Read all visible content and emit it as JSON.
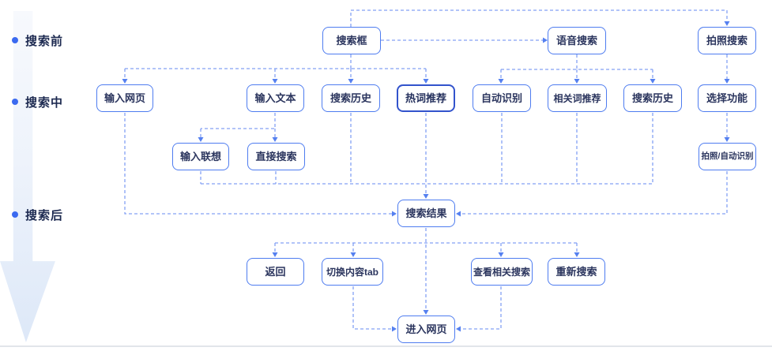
{
  "phases": [
    {
      "id": "before",
      "label": "搜索前"
    },
    {
      "id": "during",
      "label": "搜索中"
    },
    {
      "id": "after",
      "label": "搜索后"
    }
  ],
  "nodes": {
    "search_box": {
      "label": "搜索框"
    },
    "voice_search": {
      "label": "语音搜索"
    },
    "photo_search": {
      "label": "拍照搜索"
    },
    "input_webpage": {
      "label": "输入网页"
    },
    "input_text": {
      "label": "输入文本"
    },
    "search_history_1": {
      "label": "搜索历史"
    },
    "hot_words": {
      "label": "热词推荐"
    },
    "auto_recognition": {
      "label": "自动识别"
    },
    "related_words": {
      "label": "相关词推荐"
    },
    "search_history_2": {
      "label": "搜索历史"
    },
    "select_function": {
      "label": "选择功能"
    },
    "input_suggest": {
      "label": "输入联想"
    },
    "direct_search": {
      "label": "直接搜索"
    },
    "photo_auto": {
      "label": "拍照/自动识别"
    },
    "search_results": {
      "label": "搜索结果"
    },
    "back": {
      "label": "返回"
    },
    "switch_tab": {
      "label": "切换内容tab"
    },
    "view_related": {
      "label": "查看相关搜索"
    },
    "search_again": {
      "label": "重新搜索"
    },
    "enter_webpage": {
      "label": "进入网页"
    }
  },
  "colors": {
    "node_border": "#4e7cf0",
    "node_border_emphasis": "#3253cc",
    "node_text": "#2b355e",
    "phase_text": "#1c2950",
    "bullet": "#3b6af0",
    "connector": "#84a1f3",
    "arrowhead": "#5580f0",
    "timeline_arrow": "#e4edf9",
    "divider": "#e2e5ea"
  }
}
